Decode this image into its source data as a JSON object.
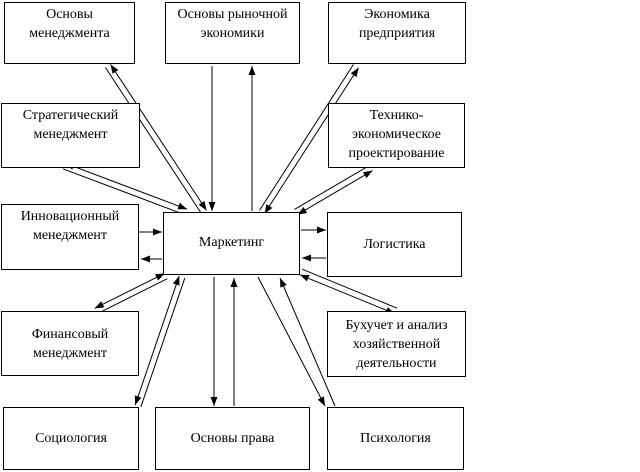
{
  "nodes": {
    "osnovy_menedzhmenta": "Основы\nменеджмента",
    "osnovy_rynochnoy": "Основы рыночной\nэкономики",
    "ekonomika_predpriyatiya": "Экономика\nпредприятия",
    "strategicheskiy": "Стратегический\nменеджмент",
    "tekhniko": "Технико-\nэкономическое\nпроектирование",
    "innovatsionnyy": "Инновационный\nменеджмент",
    "marketing": "Маркетинг",
    "logistika": "Логистика",
    "finansovyy": "Финансовый\nменеджмент",
    "bukhuchet": "Бухучет и анализ\nхозяйственной\nдеятельности",
    "sotsiologiya": "Социология",
    "osnovy_prava": "Основы права",
    "psikhologiya": "Психология"
  },
  "colors": {
    "line": "#000000",
    "box_border": "#000000",
    "background": "#ffffff"
  }
}
